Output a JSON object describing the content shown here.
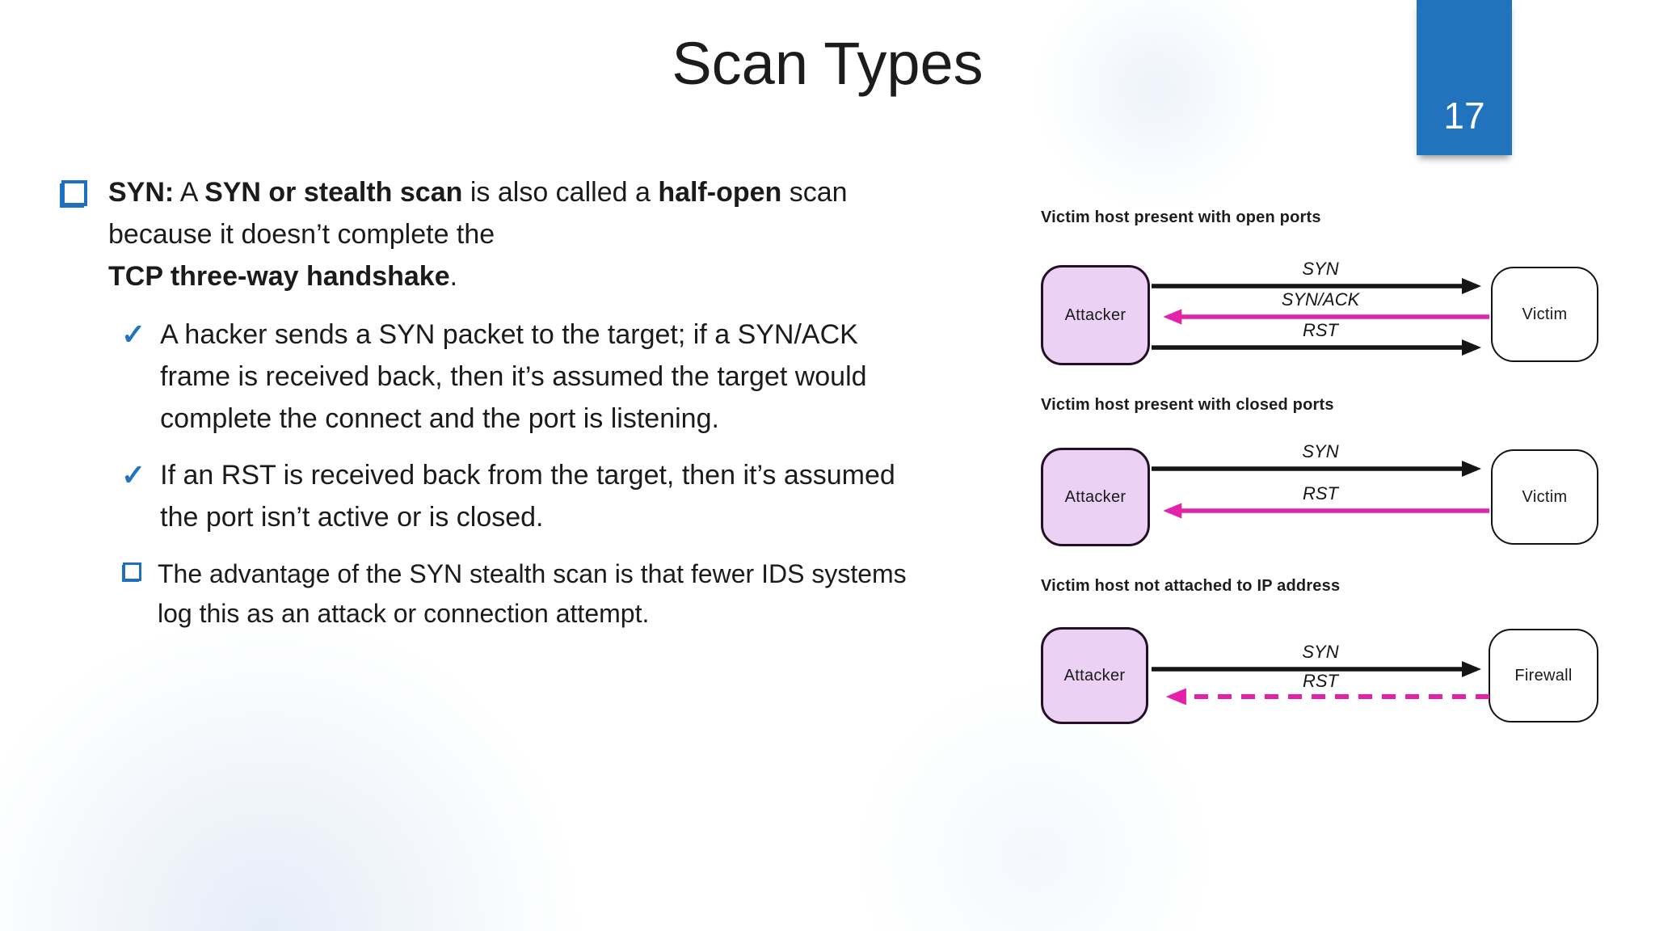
{
  "slide": {
    "title": "Scan Types",
    "page_number": "17"
  },
  "colors": {
    "accent_blue": "#2173BE",
    "arrow_magenta": "#E322A7",
    "node_lavender": "#EBD2F5",
    "arrow_black": "#151515"
  },
  "bullets": {
    "main": {
      "segments": [
        {
          "text": "SYN:",
          "bold": true
        },
        {
          "text": " A ",
          "bold": false
        },
        {
          "text": "SYN or stealth scan",
          "bold": true
        },
        {
          "text": " is also called a ",
          "bold": false
        },
        {
          "text": "half-open",
          "bold": true
        },
        {
          "text": " scan\nbecause it doesn’t complete the\n",
          "bold": false
        },
        {
          "text": "TCP three-way handshake",
          "bold": true
        },
        {
          "text": ".",
          "bold": false
        }
      ]
    },
    "sub1": "A hacker sends a SYN packet to the target; if a SYN/ACK\nframe is received back, then it’s assumed the target would\ncomplete the connect and the port is listening.",
    "sub2": "If an RST is received back from the target, then it’s assumed\nthe port isn’t active or is closed.",
    "sub3": "The advantage of the SYN stealth scan is that fewer IDS systems\nlog this as an attack or connection attempt."
  },
  "diagrams": [
    {
      "caption": "Victim host present with open ports",
      "left_node": "Attacker",
      "right_node": "Victim",
      "arrows": [
        {
          "label": "SYN",
          "direction": "right",
          "color": "black",
          "style": "solid"
        },
        {
          "label": "SYN/ACK",
          "direction": "left",
          "color": "magenta",
          "style": "solid"
        },
        {
          "label": "RST",
          "direction": "right",
          "color": "black",
          "style": "solid"
        }
      ]
    },
    {
      "caption": "Victim host present with closed ports",
      "left_node": "Attacker",
      "right_node": "Victim",
      "arrows": [
        {
          "label": "SYN",
          "direction": "right",
          "color": "black",
          "style": "solid"
        },
        {
          "label": "RST",
          "direction": "left",
          "color": "magenta",
          "style": "solid"
        }
      ]
    },
    {
      "caption": "Victim host not attached to IP address",
      "left_node": "Attacker",
      "right_node": "Firewall",
      "arrows": [
        {
          "label": "SYN",
          "direction": "right",
          "color": "black",
          "style": "solid"
        },
        {
          "label": "RST",
          "direction": "left",
          "color": "magenta",
          "style": "dashed"
        }
      ]
    }
  ]
}
